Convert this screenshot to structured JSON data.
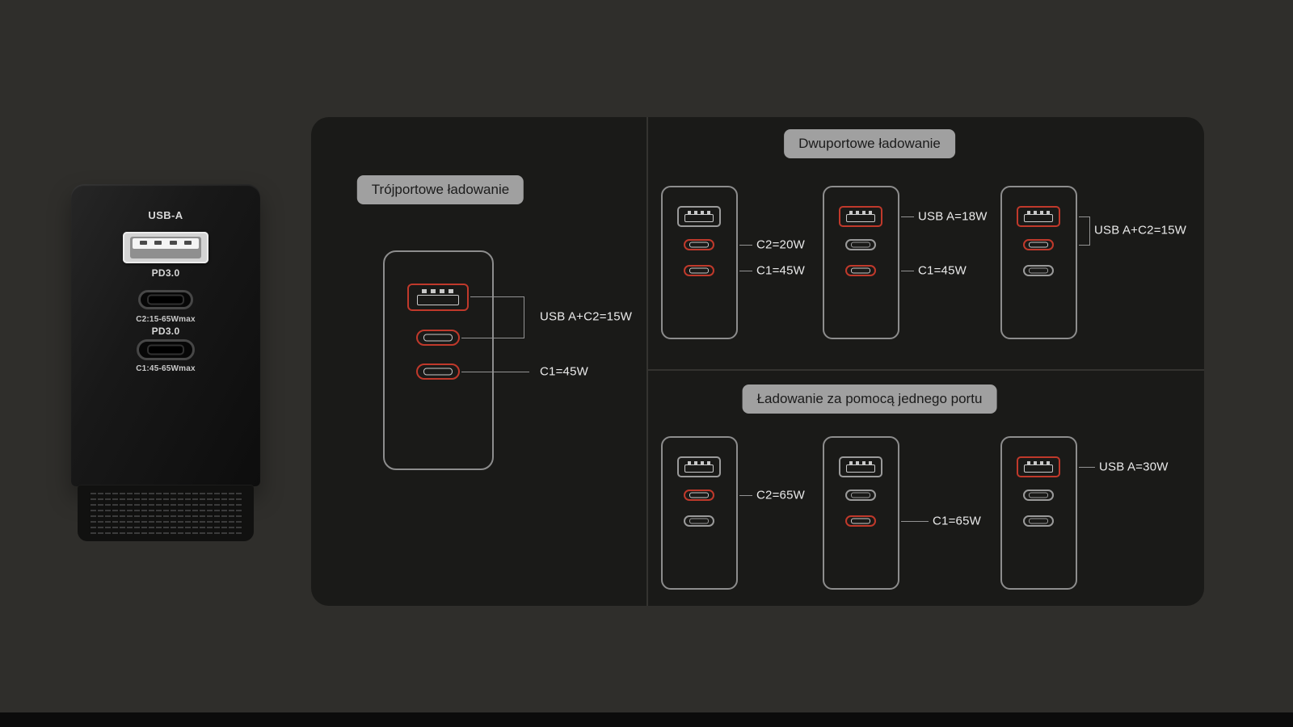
{
  "photo": {
    "usba_title": "USB-A",
    "pd_label_1": "PD3.0",
    "c2_spec": "C2:15-65Wmax",
    "pd_label_2": "PD3.0",
    "c1_spec": "C1:45-65Wmax"
  },
  "three_port": {
    "badge": "Trójportowe ładowanie",
    "usba_c2_label": "USB A+C2=15W",
    "c1_label": "C1=45W"
  },
  "two_port": {
    "badge": "Dwuportowe ładowanie",
    "d1_c2": "C2=20W",
    "d1_c1": "C1=45W",
    "d2_usba": "USB A=18W",
    "d2_c1": "C1=45W",
    "d3_usba_c2": "USB A+C2=15W"
  },
  "single_port": {
    "badge": "Ładowanie za pomocą jednego portu",
    "d1_c2": "C2=65W",
    "d2_c1": "C1=65W",
    "d3_usba": "USB A=30W"
  },
  "colors": {
    "page_background": "#2f2e2b",
    "panel_background": "#1a1a18",
    "badge_background": "#a0a0a0",
    "port_highlight": "#c0392b",
    "outline_gray": "#8d8d8d",
    "label_text": "#eaeaea"
  }
}
